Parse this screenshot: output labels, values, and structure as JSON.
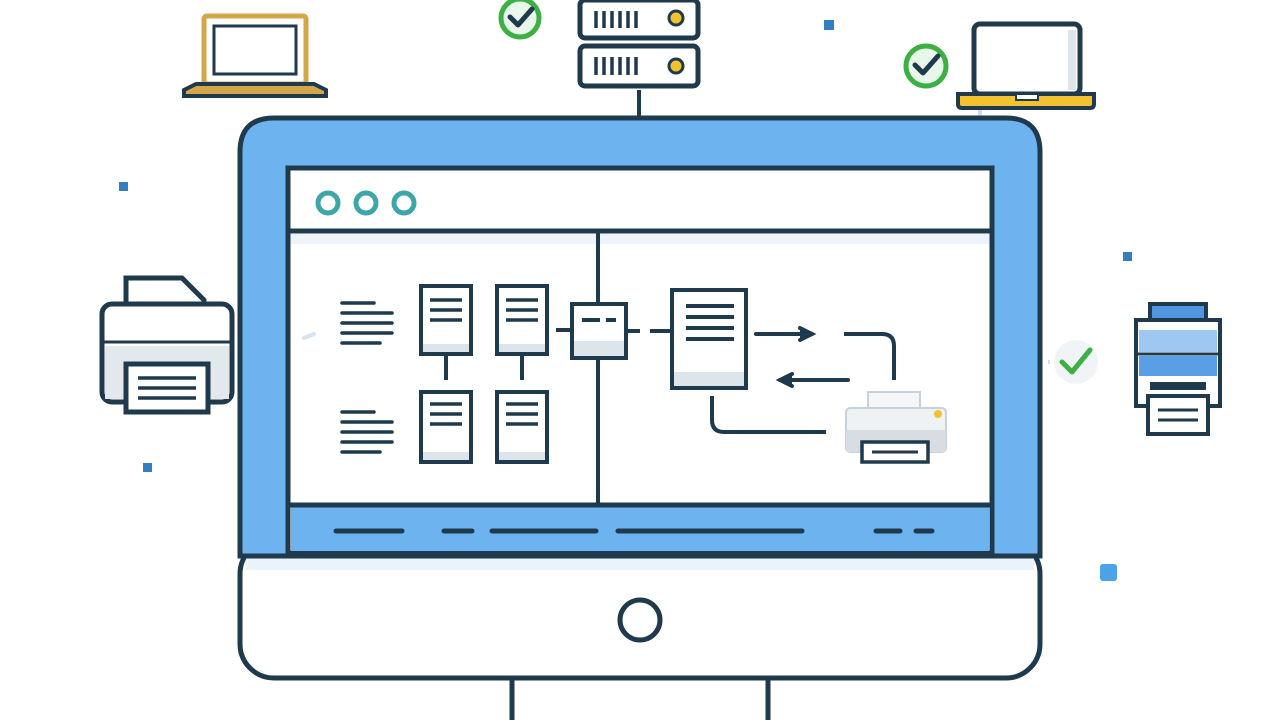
{
  "colors": {
    "background": "#ffffff",
    "outline": "#1f3a4d",
    "monitor_blue": "#6db3ef",
    "status_bar_blue": "#6db3ef",
    "screen_white": "#ffffff",
    "accent_teal": "#3ea6a8",
    "check_green": "#3cb043",
    "laptop_gold": "#d4a64a",
    "dot_blue": "#2f7fc1"
  },
  "window": {
    "controls": [
      "window-dot",
      "window-dot",
      "window-dot"
    ]
  },
  "devices": [
    {
      "name": "laptop-left",
      "icon": "laptop-icon",
      "color": "gold",
      "connected": true
    },
    {
      "name": "server-top",
      "icon": "server-icon",
      "status": "check",
      "connected": true
    },
    {
      "name": "laptop-right",
      "icon": "laptop-icon",
      "status": "check",
      "connected": true
    },
    {
      "name": "printer-left",
      "icon": "printer-icon",
      "connected": true
    },
    {
      "name": "printer-right",
      "icon": "printer-icon",
      "status": "check",
      "connected": true
    }
  ],
  "workflow": {
    "left_panel": [
      "text-lines-icon",
      "document-icon",
      "document-icon",
      "text-lines-icon",
      "document-icon",
      "document-icon"
    ],
    "hub": "hub-box-icon",
    "right_panel": [
      "document-icon",
      "arrow-right-icon",
      "arrow-left-icon",
      "printer-icon"
    ]
  },
  "status_bar": {
    "segments": 6
  },
  "stand": {
    "power_button": "power-button-icon"
  }
}
